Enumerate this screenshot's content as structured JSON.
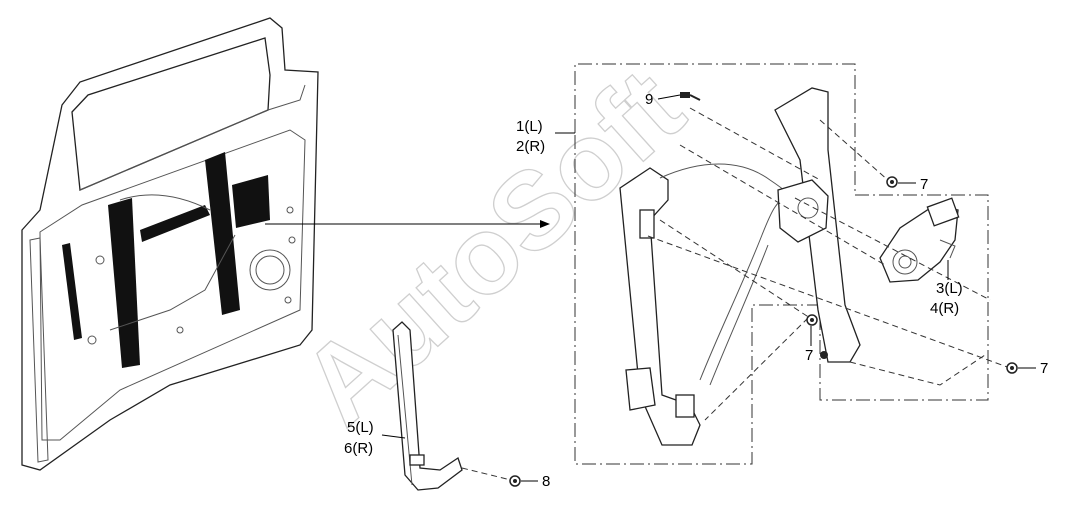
{
  "watermark": "AutoSoft",
  "callouts": {
    "c1": "1(L)",
    "c2": "2(R)",
    "c3": "3(L)",
    "c4": "4(R)",
    "c5": "5(L)",
    "c6": "6(R)",
    "c7a": "7",
    "c7b": "7",
    "c7c": "7",
    "c8": "8",
    "c9": "9"
  }
}
